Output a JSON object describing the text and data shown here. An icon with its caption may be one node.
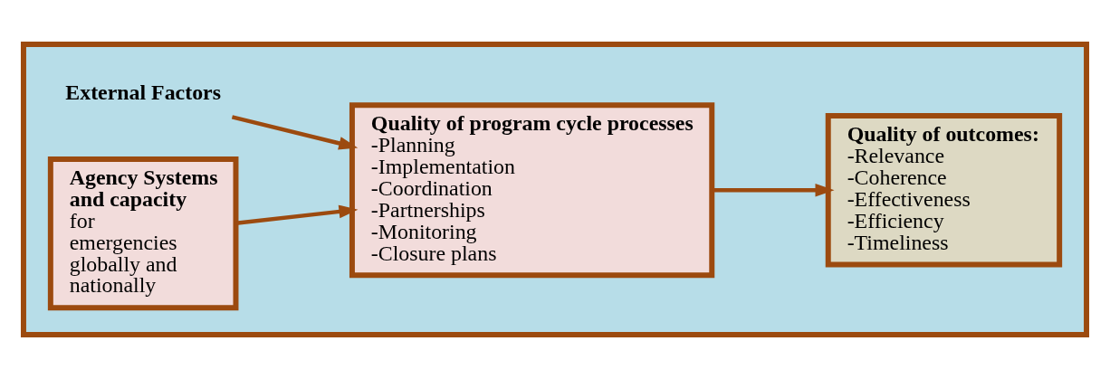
{
  "diagram": {
    "nodes": [
      {
        "text": [],
        "shape": "box"
      },
      {
        "text": [
          "External Factors"
        ],
        "in": 0
      },
      {
        "text": [
          "Agency Systems and capacity",
          "for emergencies globally and nationally"
        ],
        "in": 0
      },
      {
        "text": [
          "Quality of program cycle processes",
          "-Planning",
          "-Implementation",
          "-Coordination",
          "-Partnerships",
          "-Monitoring",
          "-Closure plans"
        ],
        "in": 0
      },
      {
        "text": [
          "Quality of outcomes:",
          "-Relevance",
          "-Coherence",
          "-Effectiveness",
          "-Efficiency",
          "-Timeliness"
        ],
        "in": 0
      }
    ],
    "edges": [
      {
        "from": 1,
        "to": 3,
        "arrow": "to"
      },
      {
        "from": 2,
        "to": 3,
        "arrow": "to"
      },
      {
        "from": 3,
        "to": 4,
        "arrow": "to"
      }
    ]
  }
}
